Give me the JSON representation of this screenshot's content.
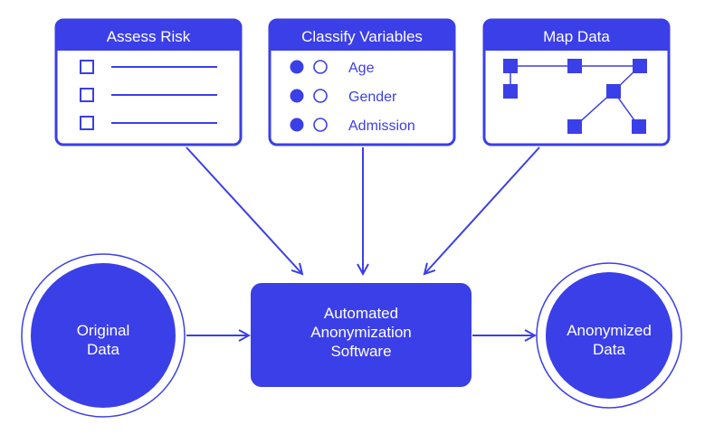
{
  "colors": {
    "primary": "#3b3fe8",
    "white": "#ffffff"
  },
  "cards": {
    "assess_risk": {
      "title": "Assess Risk"
    },
    "classify_variables": {
      "title": "Classify Variables",
      "items": [
        "Age",
        "Gender",
        "Admission"
      ]
    },
    "map_data": {
      "title": "Map Data"
    }
  },
  "nodes": {
    "original": {
      "line1": "Original",
      "line2": "Data"
    },
    "software": {
      "line1": "Automated",
      "line2": "Anonymization",
      "line3": "Software"
    },
    "anonymized": {
      "line1": "Anonymized",
      "line2": "Data"
    }
  },
  "icons": {
    "checkbox": "checkbox-icon",
    "radio_filled": "radio-filled-icon",
    "radio_empty": "radio-empty-icon",
    "node": "graph-node-icon"
  }
}
